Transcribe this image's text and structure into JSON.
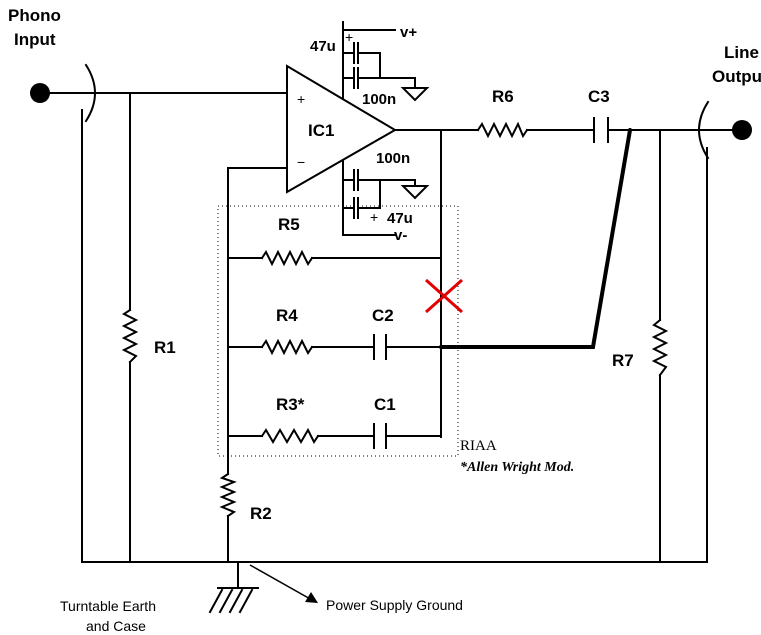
{
  "labels": {
    "phono_input_line1": "Phono",
    "phono_input_line2": "Input",
    "line_output_line1": "Line",
    "line_output_line2": "Output",
    "ic": "IC1",
    "plus": "+",
    "minus": "−",
    "r1": "R1",
    "r2": "R2",
    "r3": "R3*",
    "r4": "R4",
    "r5": "R5",
    "r6": "R6",
    "r7": "R7",
    "c1": "C1",
    "c2": "C2",
    "c3": "C3",
    "cap_47u_top": "47u",
    "cap_100n_top": "100n",
    "cap_100n_bottom": "100n",
    "cap_47u_bottom": "47u",
    "v_plus": "v+",
    "v_minus": "v-",
    "cap_plus_top": "+",
    "cap_plus_bottom": "+",
    "riaa": "RIAA",
    "mod": "*Allen Wright Mod.",
    "turntable_line1": "Turntable Earth",
    "turntable_line2": "and Case",
    "power_ground": "Power Supply Ground"
  },
  "colors": {
    "wire": "#000000",
    "cross_mark": "#e00000"
  }
}
